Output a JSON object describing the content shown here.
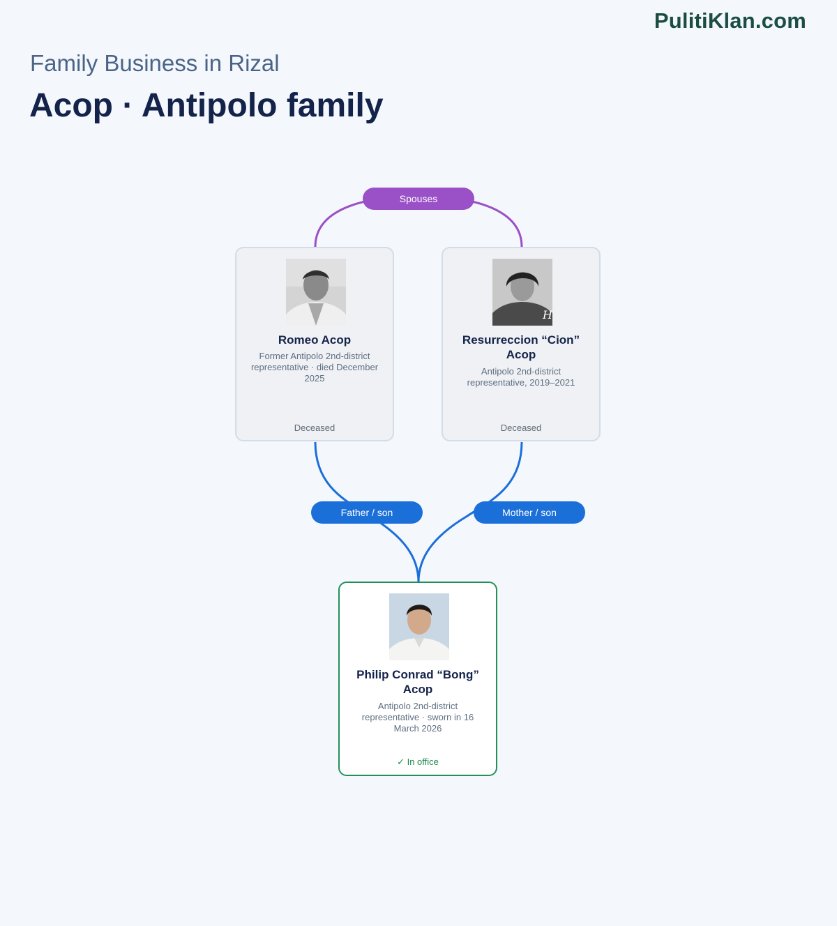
{
  "brand": "PulitiKlan.com",
  "header": {
    "subtitle": "Family Business in Rizal",
    "title": "Acop · Antipolo family"
  },
  "relations": {
    "spouses": "Spouses",
    "father_son": "Father / son",
    "mother_son": "Mother / son"
  },
  "people": {
    "romeo": {
      "name": "Romeo Acop",
      "description": "Former Antipolo 2nd-district representative · died December 2025",
      "status": "Deceased"
    },
    "cion": {
      "name": "Resurreccion “Cion” Acop",
      "description": "Antipolo 2nd-district representative, 2019–2021",
      "status": "Deceased"
    },
    "bong": {
      "name": "Philip Conrad “Bong” Acop",
      "description": "Antipolo 2nd-district representative · sworn in 16 March 2026",
      "status": "✓ In office"
    }
  },
  "colors": {
    "spouse_link": "#9a50c6",
    "parent_link": "#1b6fd8",
    "in_office": "#239157",
    "deceased_border": "#d2dde8"
  }
}
